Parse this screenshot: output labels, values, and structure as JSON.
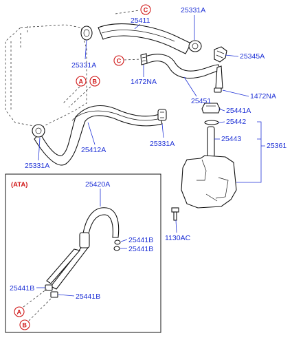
{
  "inset": {
    "title": "(ATA)"
  },
  "refs": {
    "a": "A",
    "b": "B",
    "c": "C"
  },
  "labels": {
    "p25331a_top": "25331A",
    "p25411": "25411",
    "p25331a_left": "25331A",
    "p1472na_left": "1472NA",
    "p25345a": "25345A",
    "p25451": "25451",
    "p1472na_right": "1472NA",
    "p25441a": "25441A",
    "p25442": "25442",
    "p25443": "25443",
    "p25361": "25361",
    "p25412a": "25412A",
    "p25331a_mid": "25331A",
    "p25331a_bottom": "25331A",
    "p1130ac": "1130AC",
    "p25420a": "25420A",
    "p25441b_1": "25441B",
    "p25441b_2": "25441B",
    "p25441b_left": "25441B",
    "p25441b_bottom": "25441B"
  }
}
